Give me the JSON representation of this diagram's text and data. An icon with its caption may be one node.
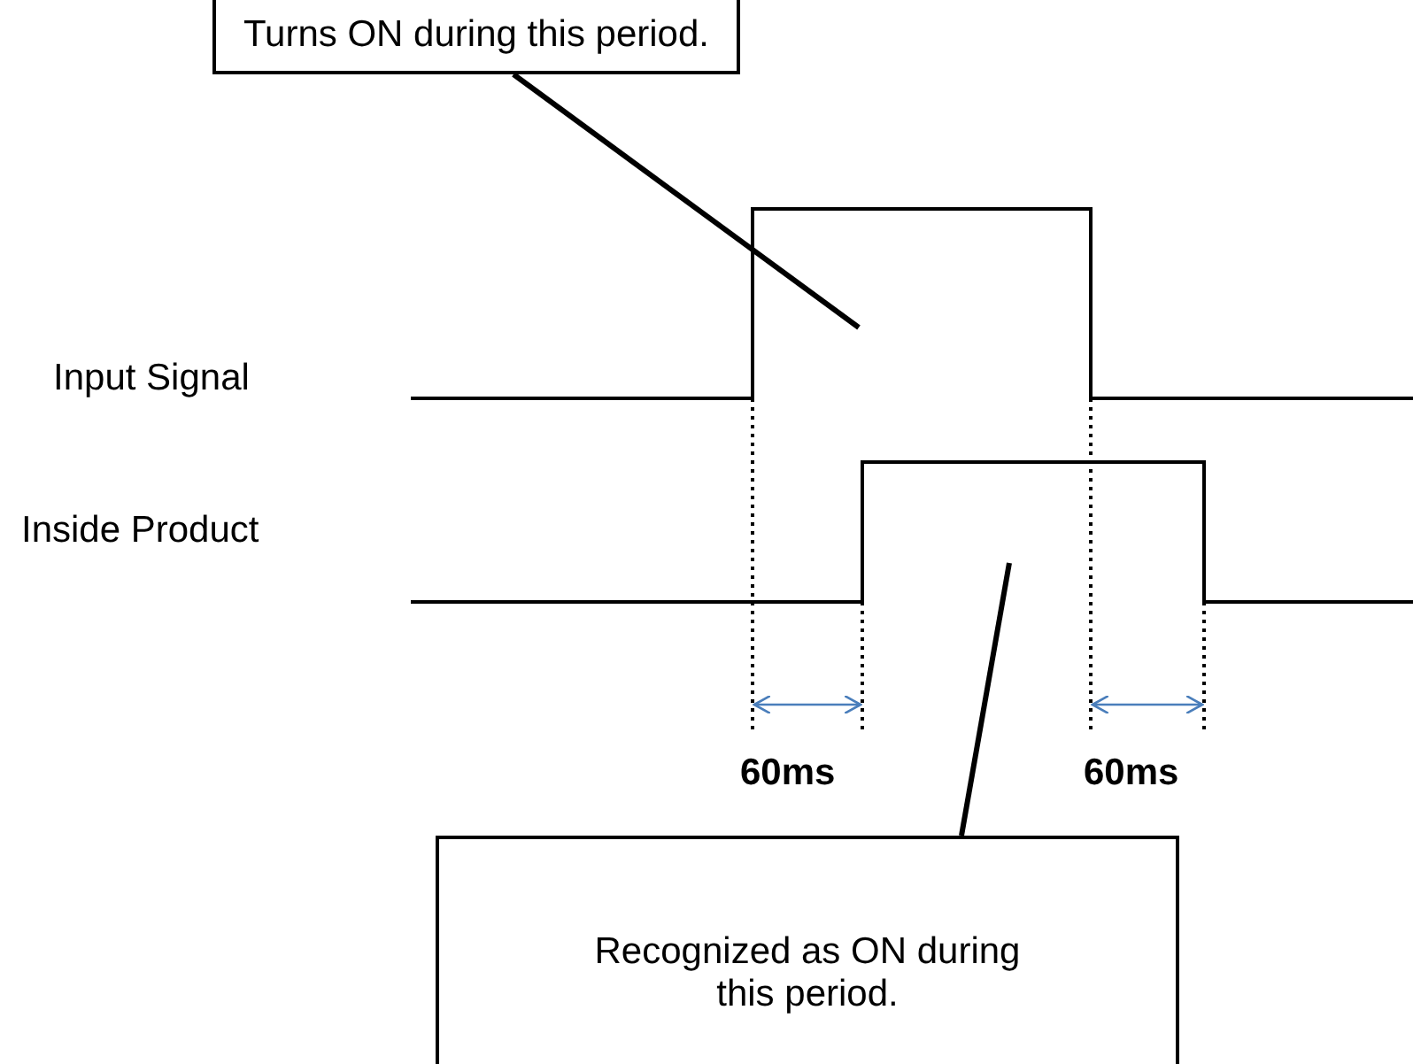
{
  "diagram": {
    "nodes": [
      {
        "text": [
          "Turns ON during this period."
        ]
      },
      {
        "text": [
          "Recognized as ON during this period."
        ]
      }
    ],
    "edges": [
      {
        "from": 0,
        "to": null,
        "arrow": "none"
      },
      {
        "from": 1,
        "to": null,
        "arrow": "none"
      }
    ],
    "labels": [
      "Input Signal",
      "Inside Product",
      "60ms",
      "60ms"
    ]
  }
}
